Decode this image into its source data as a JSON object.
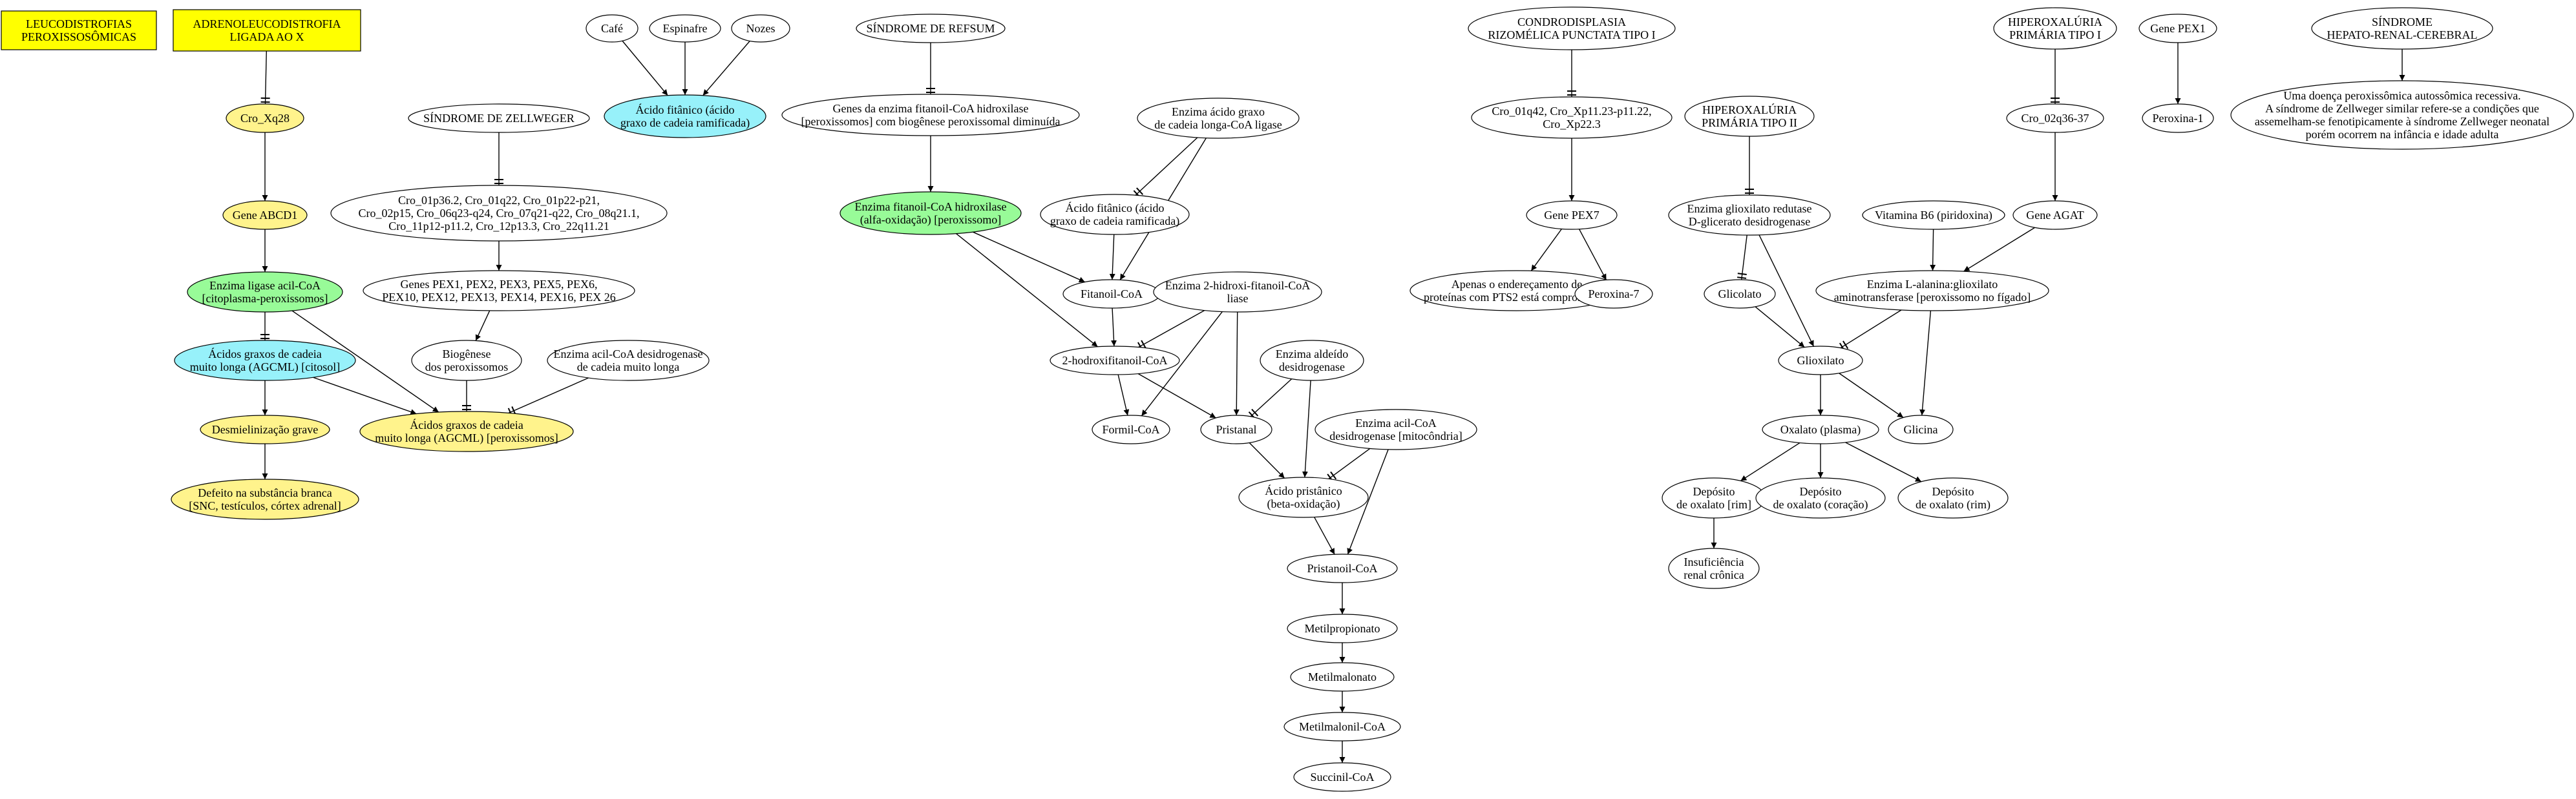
{
  "nodes": {
    "leuco": {
      "lines": [
        "LEUCODISTROFIAS",
        "PEROXISSOSÔMICAS"
      ],
      "fill": "#ffff00",
      "text_color": "#ff0000",
      "shape": "box"
    },
    "adreno": {
      "lines": [
        "ADRENOLEUCODISTROFIA",
        "LIGADA AO X"
      ],
      "fill": "#ffff00",
      "shape": "box"
    },
    "cro_xq28": {
      "lines": [
        "Cro_Xq28"
      ],
      "fill": "#fff38c"
    },
    "abcd1": {
      "lines": [
        "Gene ABCD1"
      ],
      "fill": "#fff38c"
    },
    "ligase": {
      "lines": [
        "Enzima ligase acil-CoA",
        "[citoplasma-peroxissomos]"
      ],
      "fill": "#98fb98"
    },
    "agcml_cit": {
      "lines": [
        "Ácidos graxos de cadeia",
        "muito longa (AGCML) [citosol]"
      ],
      "fill": "#97f1fa"
    },
    "desmiel": {
      "lines": [
        "Desmielinização grave"
      ],
      "fill": "#fff38c"
    },
    "defeito": {
      "lines": [
        "Defeito na substância branca",
        "[SNC, testículos, córtex adrenal]"
      ],
      "fill": "#fff38c"
    },
    "zellweger": {
      "lines": [
        "SÍNDROME DE ZELLWEGER"
      ],
      "fill": "#ffffff"
    },
    "zell_cro": {
      "lines": [
        "Cro_01p36.2, Cro_01q22, Cro_01p22-p21,",
        "Cro_02p15, Cro_06q23-q24,  Cro_07q21-q22, Cro_08q21.1,",
        "Cro_11p12-p11.2, Cro_12p13.3, Cro_22q11.21"
      ],
      "fill": "#ffffff"
    },
    "genes_pex": {
      "lines": [
        "Genes PEX1, PEX2, PEX3, PEX5, PEX6,",
        "PEX10, PEX12, PEX13, PEX14, PEX16, PEX 26"
      ],
      "fill": "#ffffff"
    },
    "biogenese": {
      "lines": [
        "Biogênese",
        "dos peroxissomos"
      ],
      "fill": "#ffffff"
    },
    "acil_desidro": {
      "lines": [
        "Enzima acil-CoA desidrogenase",
        "de cadeia muito longa"
      ],
      "fill": "#ffffff"
    },
    "agcml_perox": {
      "lines": [
        "Ácidos graxos de cadeia",
        "muito longa (AGCML) [peroxissomos]"
      ],
      "fill": "#fff38c"
    },
    "cafe": {
      "lines": [
        "Café"
      ],
      "fill": "#ffffff"
    },
    "espinafre": {
      "lines": [
        "Espinafre"
      ],
      "fill": "#ffffff"
    },
    "nozes": {
      "lines": [
        "Nozes"
      ],
      "fill": "#ffffff"
    },
    "fitanico_top": {
      "lines": [
        "Ácido fitânico  (ácido",
        "graxo de cadeia ramificada)"
      ],
      "fill": "#97f1fa"
    },
    "refsum": {
      "lines": [
        "SÍNDROME DE REFSUM"
      ],
      "fill": "#ffffff"
    },
    "genes_fitanoil": {
      "lines": [
        "Genes da enzima fitanoil-CoA hidroxilase",
        "[peroxissomos] com biogênese peroxissomal diminuída"
      ],
      "fill": "#ffffff"
    },
    "enz_fitanoil": {
      "lines": [
        "Enzima fitanoil-CoA hidroxilase",
        "(alfa-oxidação)  [peroxissomo]"
      ],
      "fill": "#98fb98"
    },
    "enz_ligase_longa": {
      "lines": [
        "Enzima ácido graxo",
        "de cadeia longa-CoA ligase"
      ],
      "fill": "#ffffff"
    },
    "fitanico_mid": {
      "lines": [
        "Ácido fitânico (ácido",
        "graxo de cadeia ramificada)"
      ],
      "fill": "#ffffff"
    },
    "fitanoil_coa": {
      "lines": [
        "Fitanoil-CoA"
      ],
      "fill": "#ffffff"
    },
    "enz_2hidroxi": {
      "lines": [
        "Enzima 2-hidroxi-fitanoil-CoA",
        "liase"
      ],
      "fill": "#ffffff"
    },
    "hidroxifitanoil": {
      "lines": [
        "2-hodroxifitanoil-CoA"
      ],
      "fill": "#ffffff"
    },
    "enz_aldeido": {
      "lines": [
        "Enzima aldeído",
        "desidrogenase"
      ],
      "fill": "#ffffff"
    },
    "formil": {
      "lines": [
        "Formil-CoA"
      ],
      "fill": "#ffffff"
    },
    "pristanal": {
      "lines": [
        "Pristanal"
      ],
      "fill": "#ffffff"
    },
    "enz_acil_mito": {
      "lines": [
        "Enzima acil-CoA",
        "desidrogenase [mitocôndria]"
      ],
      "fill": "#ffffff"
    },
    "pristanico": {
      "lines": [
        "Ácido pristânico",
        "(beta-oxidação)"
      ],
      "fill": "#ffffff"
    },
    "pristanoil": {
      "lines": [
        "Pristanoil-CoA"
      ],
      "fill": "#ffffff"
    },
    "metilpropionato": {
      "lines": [
        "Metilpropionato"
      ],
      "fill": "#ffffff"
    },
    "metilmalonato": {
      "lines": [
        "Metilmalonato"
      ],
      "fill": "#ffffff"
    },
    "metilmalonil": {
      "lines": [
        "Metilmalonil-CoA"
      ],
      "fill": "#ffffff"
    },
    "succinil": {
      "lines": [
        "Succinil-CoA"
      ],
      "fill": "#ffffff"
    },
    "condro": {
      "lines": [
        "CONDRODISPLASIA",
        "RIZOMÉLICA PUNCTATA TIPO I"
      ],
      "fill": "#ffffff"
    },
    "condro_cro": {
      "lines": [
        "Cro_01q42, Cro_Xp11.23-p11.22,",
        "Cro_Xp22.3"
      ],
      "fill": "#ffffff"
    },
    "gene_pex7": {
      "lines": [
        "Gene PEX7"
      ],
      "fill": "#ffffff"
    },
    "apenas": {
      "lines": [
        "Apenas o endereçamento de",
        "proteínas com PTS2 está comprometido"
      ],
      "fill": "#ffffff"
    },
    "peroxina7": {
      "lines": [
        "Peroxina-7"
      ],
      "fill": "#ffffff"
    },
    "hiper2": {
      "lines": [
        "HIPEROXALÚRIA",
        "PRIMÁRIA TIPO II"
      ],
      "fill": "#ffffff"
    },
    "hiper1": {
      "lines": [
        "HIPEROXALÚRIA",
        "PRIMÁRIA TIPO I"
      ],
      "fill": "#ffffff"
    },
    "gene_pex1": {
      "lines": [
        "Gene PEX1"
      ],
      "fill": "#ffffff"
    },
    "hepato": {
      "lines": [
        "SÍNDROME",
        "HEPATO-RENAL-CEREBRAL"
      ],
      "fill": "#ffffff"
    },
    "hepato_desc": {
      "lines": [
        "Uma doença peroxissômica autossômica recessiva.",
        "A síndrome de Zellweger similar refere-se a condições que",
        "assemelham-se fenotipicamente à síndrome Zellweger neonatal",
        "porém ocorrem na infância e idade adulta"
      ],
      "fill": "#ffffff"
    },
    "cro_02q36": {
      "lines": [
        "Cro_02q36-37"
      ],
      "fill": "#ffffff"
    },
    "peroxina1": {
      "lines": [
        "Peroxina-1"
      ],
      "fill": "#ffffff"
    },
    "enz_glioxilato_red": {
      "lines": [
        "Enzima glioxilato redutase",
        "D-glicerato desidrogenase"
      ],
      "fill": "#ffffff"
    },
    "vit_b6": {
      "lines": [
        "Vitamina B6 (piridoxina)"
      ],
      "fill": "#ffffff"
    },
    "gene_agat": {
      "lines": [
        "Gene AGAT"
      ],
      "fill": "#ffffff"
    },
    "glicolato": {
      "lines": [
        "Glicolato"
      ],
      "fill": "#ffffff"
    },
    "enz_alanina": {
      "lines": [
        "Enzima L-alanina:glioxilato",
        "aminotransferase [peroxissomo no fígado]"
      ],
      "fill": "#ffffff"
    },
    "glioxilato": {
      "lines": [
        "Glioxilato"
      ],
      "fill": "#ffffff"
    },
    "oxalato": {
      "lines": [
        "Oxalato (plasma)"
      ],
      "fill": "#ffffff"
    },
    "glicina": {
      "lines": [
        "Glicina"
      ],
      "fill": "#ffffff"
    },
    "dep_rim1": {
      "lines": [
        "Depósito",
        "de oxalato [rim]"
      ],
      "fill": "#ffffff"
    },
    "dep_coracao": {
      "lines": [
        "Depósito",
        "de oxalato (coração)"
      ],
      "fill": "#ffffff"
    },
    "dep_rim2": {
      "lines": [
        "Depósito",
        "de oxalato (rim)"
      ],
      "fill": "#ffffff"
    },
    "insuf": {
      "lines": [
        "Insuficiência",
        "renal crônica"
      ],
      "fill": "#ffffff"
    }
  },
  "edges": [
    [
      "adreno",
      "cro_xq28",
      "tee"
    ],
    [
      "cro_xq28",
      "abcd1",
      "arrow"
    ],
    [
      "abcd1",
      "ligase",
      "arrow"
    ],
    [
      "ligase",
      "agcml_cit",
      "tee"
    ],
    [
      "ligase",
      "agcml_perox",
      "arrow"
    ],
    [
      "agcml_cit",
      "desmiel",
      "arrow"
    ],
    [
      "agcml_cit",
      "agcml_perox",
      "arrow"
    ],
    [
      "desmiel",
      "defeito",
      "arrow"
    ],
    [
      "zellweger",
      "zell_cro",
      "tee"
    ],
    [
      "zell_cro",
      "genes_pex",
      "arrow"
    ],
    [
      "genes_pex",
      "biogenese",
      "arrow"
    ],
    [
      "biogenese",
      "agcml_perox",
      "tee"
    ],
    [
      "acil_desidro",
      "agcml_perox",
      "tee"
    ],
    [
      "cafe",
      "fitanico_top",
      "arrow"
    ],
    [
      "espinafre",
      "fitanico_top",
      "arrow"
    ],
    [
      "nozes",
      "fitanico_top",
      "arrow"
    ],
    [
      "refsum",
      "genes_fitanoil",
      "tee"
    ],
    [
      "genes_fitanoil",
      "enz_fitanoil",
      "arrow"
    ],
    [
      "enz_fitanoil",
      "fitanoil_coa",
      "arrow"
    ],
    [
      "enz_fitanoil",
      "hidroxifitanoil",
      "arrow"
    ],
    [
      "enz_ligase_longa",
      "fitanico_mid",
      "tee"
    ],
    [
      "enz_ligase_longa",
      "fitanoil_coa",
      "arrow"
    ],
    [
      "fitanico_mid",
      "fitanoil_coa",
      "arrow"
    ],
    [
      "fitanoil_coa",
      "hidroxifitanoil",
      "arrow"
    ],
    [
      "enz_2hidroxi",
      "hidroxifitanoil",
      "tee"
    ],
    [
      "enz_2hidroxi",
      "formil",
      "arrow"
    ],
    [
      "enz_2hidroxi",
      "pristanal",
      "arrow"
    ],
    [
      "hidroxifitanoil",
      "formil",
      "arrow"
    ],
    [
      "hidroxifitanoil",
      "pristanal",
      "arrow"
    ],
    [
      "enz_aldeido",
      "pristanal",
      "tee"
    ],
    [
      "enz_aldeido",
      "pristanico",
      "arrow"
    ],
    [
      "pristanal",
      "pristanico",
      "arrow"
    ],
    [
      "enz_acil_mito",
      "pristanico",
      "tee"
    ],
    [
      "enz_acil_mito",
      "pristanoil",
      "arrow"
    ],
    [
      "pristanico",
      "pristanoil",
      "arrow"
    ],
    [
      "pristanoil",
      "metilpropionato",
      "arrow"
    ],
    [
      "metilpropionato",
      "metilmalonato",
      "arrow"
    ],
    [
      "metilmalonato",
      "metilmalonil",
      "arrow"
    ],
    [
      "metilmalonil",
      "succinil",
      "arrow"
    ],
    [
      "condro",
      "condro_cro",
      "tee"
    ],
    [
      "condro_cro",
      "gene_pex7",
      "arrow"
    ],
    [
      "gene_pex7",
      "apenas",
      "arrow"
    ],
    [
      "gene_pex7",
      "peroxina7",
      "arrow"
    ],
    [
      "hiper2",
      "enz_glioxilato_red",
      "tee"
    ],
    [
      "enz_glioxilato_red",
      "glicolato",
      "tee"
    ],
    [
      "enz_glioxilato_red",
      "glioxilato",
      "arrow"
    ],
    [
      "glicolato",
      "glioxilato",
      "arrow"
    ],
    [
      "hiper1",
      "cro_02q36",
      "tee"
    ],
    [
      "cro_02q36",
      "gene_agat",
      "arrow"
    ],
    [
      "gene_agat",
      "enz_alanina",
      "arrow"
    ],
    [
      "vit_b6",
      "enz_alanina",
      "arrow"
    ],
    [
      "enz_alanina",
      "glioxilato",
      "tee"
    ],
    [
      "enz_alanina",
      "glicina",
      "arrow"
    ],
    [
      "glioxilato",
      "oxalato",
      "arrow"
    ],
    [
      "glioxilato",
      "glicina",
      "arrow"
    ],
    [
      "oxalato",
      "dep_rim1",
      "arrow"
    ],
    [
      "oxalato",
      "dep_coracao",
      "arrow"
    ],
    [
      "oxalato",
      "dep_rim2",
      "arrow"
    ],
    [
      "dep_rim1",
      "insuf",
      "arrow"
    ],
    [
      "gene_pex1",
      "peroxina1",
      "arrow"
    ],
    [
      "hepato",
      "hepato_desc",
      "arrow"
    ]
  ]
}
